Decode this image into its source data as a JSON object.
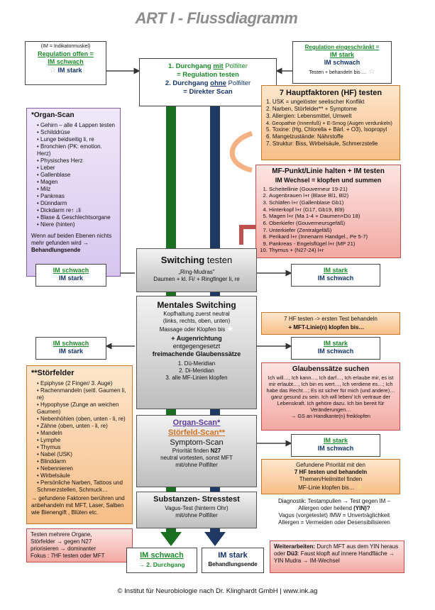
{
  "title": "ART I - Flussdiagramm",
  "colors": {
    "green": "#1c6e22",
    "navy": "#1f3864",
    "orange": "#f7be88",
    "pink": "#f2a9a2",
    "lilac": "#d6c6ee"
  },
  "top_left": {
    "note": "(IM = Indikatormuskel)",
    "line1": "Regulation offen =",
    "line2": "IM schwach",
    "line3": "IM stark"
  },
  "top_right": {
    "line1": "Regulation eingeschränkt =",
    "line2": "IM stark",
    "line3": "IM schwach",
    "line4": "Testen + behandeln bis …"
  },
  "center_top": {
    "line1a": "1. Durchgang ",
    "line1b": "mit",
    "line1c": " Polfilter",
    "line2": "= Regulation testen",
    "line3a": "2. Durchgang ",
    "line3b": "ohne",
    "line3c": " Polfilter",
    "line4": "= Direkter Scan"
  },
  "organ_scan": {
    "title": "*Organ-Scan",
    "items": [
      "Gehirn – alle 4 Lappen testen",
      "Schilddrüse",
      "Lunge beidseitig li, re",
      "Bronchien (PK: emotion. Herz)",
      "Physisches Herz",
      "Leber",
      "Gallenblase",
      "Magen",
      "Milz",
      "Pankreas",
      "Dünndarm",
      "Dickdarm re↑ ↓li",
      "Blase & Geschlechtsorgane",
      "Niere (hinten)"
    ],
    "footer1": "Wenn auf beiden Ebenen nichts mehr gefunden wird →",
    "footer2": "Behandlungsende"
  },
  "hf": {
    "title": "7 Hauptfaktoren (HF) testen",
    "items": [
      "1. USK = ungelöster seelischer Konflikt",
      "2. Narben, Störfelder** + Symptome",
      "3. Allergien: Lebensmittel, Umwelt",
      "4. Geopathie (Innenfuß) + E-Smog (Augen verdunkeln)",
      "5. Toxine: (Hg, Chlorella + Bärl. + O3), Isopropyl",
      "6. Mangelzustände: Nährstoffe",
      "7. Struktur: Biss, Wirbelsäule, Schmerzstelle"
    ]
  },
  "mf": {
    "title": "MF-Punkt/Linie halten + IM testen",
    "sub": "IM Wechsel = klopfen und summen",
    "items": [
      "Scheitellinie (Gouverneur 19-21)",
      "Augenbrauen l+r (Blase Bl1, Bl2)",
      "Schläfen l+r (Gallenblase Gb1)",
      "Hinterkopf l+r (G17, Gb19, Bl9)",
      "Magen l+r (Ma 1-4 + Daumen=Dü 18)",
      "Oberkiefer (Gouverneursgefäß)",
      "Unterkiefer (Zentralgefäß)",
      "Perikard l+r (Innenarm Handgel., Pe 5-7)",
      "Pankreas - Engelsflügel l+r (MP 21)",
      "Thymus + (N27-24) l+r"
    ]
  },
  "switching": {
    "title1": "Switching",
    "title2": " testen",
    "sub1": "„Ring-Mudras\"",
    "sub2": "Daumen + kl. Fi/ + Ringfinger li, re"
  },
  "side_pair1": {
    "a": "IM schwach",
    "b": "IM stark"
  },
  "side_pair2": {
    "a": "IM stark",
    "b": "IM schwach"
  },
  "mental": {
    "title": "Mentales Switching",
    "lines": [
      "Kopfhaltung zuerst neutral",
      "(links, rechts, oben, unten)",
      "Massage oder Klopfen bis"
    ],
    "bold1": "+ Augenrichtung",
    "line4": "entgegengesetzt",
    "bold2": "freimachende Glaubenssätze",
    "items": [
      "1. Dü-Meridian",
      "2. Di-Meridian",
      "3. alle MF-Linien klopfen"
    ]
  },
  "side_pair3": {
    "a": "IM schwach",
    "b": "IM stark"
  },
  "hf_test": {
    "a": "7 HF testen -> ersten Test behandeln",
    "b": "+ MFT-Linie(n) klopfen bis…"
  },
  "side_pair4": {
    "a": "IM stark",
    "b": "IM schwach"
  },
  "stoerfelder": {
    "title": "**Störfelder",
    "items": [
      "Epiphyse (2 Finger/ 3. Auge)",
      "Rachenmandeln (seitl. Gaumen li, re)",
      "Hypophyse (Zunge an weichen Gaumen)",
      "Nebenhöhlen (oben, unten - li, re)",
      "Zähne (oben, unten - li, re)",
      "Mandeln",
      "Lymphe",
      "Thymus",
      "Nabel (USK)",
      "Blinddarm",
      "Nebennieren",
      "Wirbelsäule",
      "Persönliche Narben, Tattoos und Schmerzstellen, Schmuck…"
    ],
    "footer": "→ gefundene Faktoren berühren und anbehandeln mit MFT, Laser, Salben wie Bienengift , Blüten etc."
  },
  "glaube": {
    "title": "Glaubenssätze suchen",
    "text": "Ich will…, Ich kann…, Ich darf…, Ich erlaube mir, es ist mir erlaubt…, Ich bin es wert…, Ich verdiene es…; Ich habe das Recht…; Es ist sicher für mich (und andere)… ganz gesund zu sein. Ich will leben/ Ich vertraue der Lebenskraft. Ich gehöre dazu. Ich bin bereit für Veränderungen…",
    "footer": "→ GS an Handkante(n) freiklopfen"
  },
  "organscan_box": {
    "a": "Organ-Scan*",
    "b": "Störfeld-Scan**",
    "c": "Symptom-Scan",
    "d1": "Priorität finden ",
    "d2": "N27",
    "e": "neutral vortesten, sonst MFT",
    "f": "mit/ohne Polfilter"
  },
  "side_pair5": {
    "a": "IM stark",
    "b": "IM schwach"
  },
  "gefunden": {
    "a": "Gefundene Priorität mit den",
    "b": "7 HF testen und behandeln",
    "c": "Themen/Heilmittel finden",
    "d": "MF-Linie klopfen bis…"
  },
  "substanz": {
    "title": "Substanzen- Stresstest",
    "a": "Vagus-Test (hinterm Ohr)",
    "b": "mit/ohne Polfilter"
  },
  "diagnostik": {
    "a": "Diagnostik: Testampullen → Test gegen IM –",
    "b1": "Allergen oder heilend ",
    "b2": "(YIN)?",
    "c": "Vagus (vorgetestet) IMW = Unverträglichkeit",
    "d": "Allergen = Vermeiden oder Desensibilisieren"
  },
  "testen": {
    "a": "Testen mehrere Organe,",
    "b": "Störfelder → gegen N27",
    "c": "priorisieren → dominanter",
    "d": "Fokus : 7HF testen oder MFT"
  },
  "end_left": {
    "a": "IM schwach",
    "b": "→ 2. Durchgang"
  },
  "end_mid": {
    "a": "IM stark",
    "b": "Behandlungsende"
  },
  "weiter": {
    "a": "Weiterarbeiten:",
    "b": " Durch MFT aus dem YIN heraus oder ",
    "c": "Dü3",
    "d": ": Faust klopft auf innere Handfläche → YIN Mudra → IM-Wechsel"
  },
  "footer": "© Institut für Neurobiologie nach Dr. Klinghardt GmbH | www.ink.ag"
}
